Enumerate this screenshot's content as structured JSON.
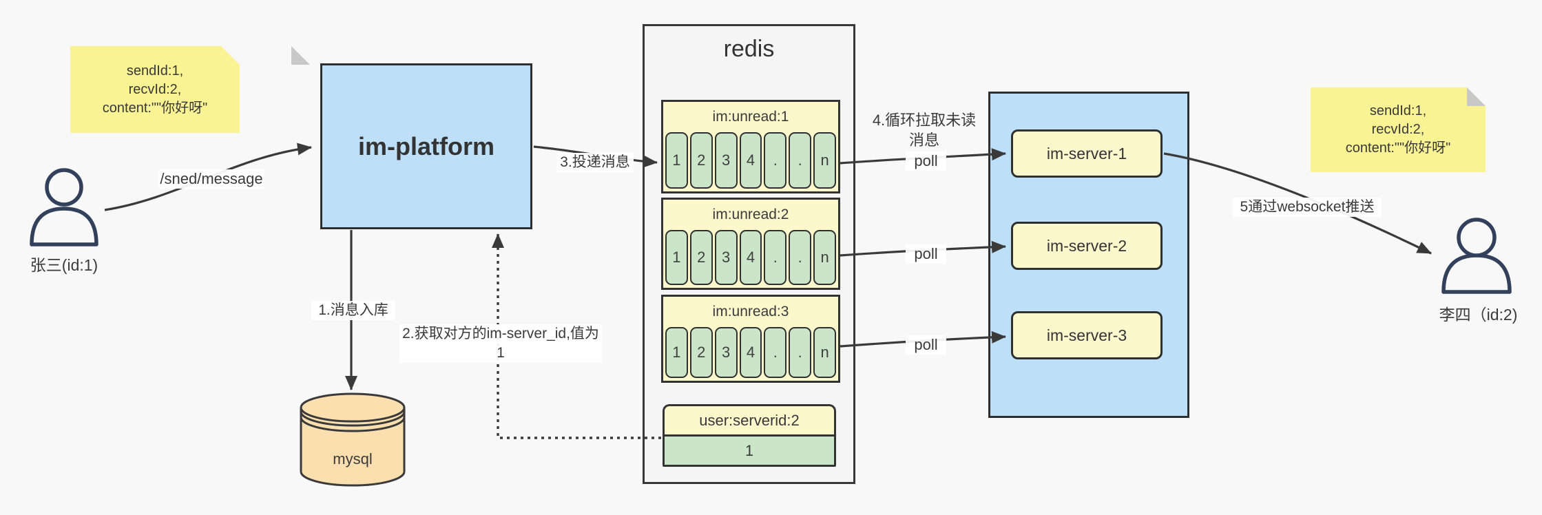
{
  "note_left": {
    "line1": "sendId:1,",
    "line2": "recvId:2,",
    "line3": "content:\"\"你好呀\""
  },
  "note_right": {
    "line1": "sendId:1,",
    "line2": "recvId:2,",
    "line3": "content:\"\"你好呀\""
  },
  "actor_sender": {
    "label": "张三(id:1)"
  },
  "actor_receiver": {
    "label": "李四（id:2)"
  },
  "platform": {
    "label": "im-platform"
  },
  "database": {
    "label": "mysql"
  },
  "redis": {
    "title": "redis",
    "queues": [
      {
        "name": "im:unread:1",
        "cells": [
          "1",
          "2",
          "3",
          "4",
          ".",
          ".",
          "n"
        ]
      },
      {
        "name": "im:unread:2",
        "cells": [
          "1",
          "2",
          "3",
          "4",
          ".",
          ".",
          "n"
        ]
      },
      {
        "name": "im:unread:3",
        "cells": [
          "1",
          "2",
          "3",
          "4",
          ".",
          ".",
          "n"
        ]
      }
    ],
    "kv": {
      "key": "user:serverid:2",
      "value": "1"
    }
  },
  "server_group": {
    "servers": [
      {
        "label": "im-server-1"
      },
      {
        "label": "im-server-2"
      },
      {
        "label": "im-server-3"
      }
    ]
  },
  "labels": {
    "send_api": "/sned/message",
    "step1": "1.消息入库",
    "step2": "2.获取对方的im-server_id,值为1",
    "step3": "3.投递消息",
    "step4": "4.循环拉取未读消息",
    "poll1": "poll",
    "poll2": "poll",
    "poll3": "poll",
    "step5": "5通过websocket推送"
  },
  "colors": {
    "background": "#f8f8f8",
    "note_yellow": "#faf394",
    "note_fold": "#c8c8c8",
    "node_blue": "#bde0f8",
    "block_yellow": "#fcf8cc",
    "cell_green": "#cbe5c9",
    "db_tan": "#fbdfae",
    "panel_gray": "#f5f5f5",
    "line": "#3a3a3a",
    "actor_stroke": "#32405b"
  }
}
